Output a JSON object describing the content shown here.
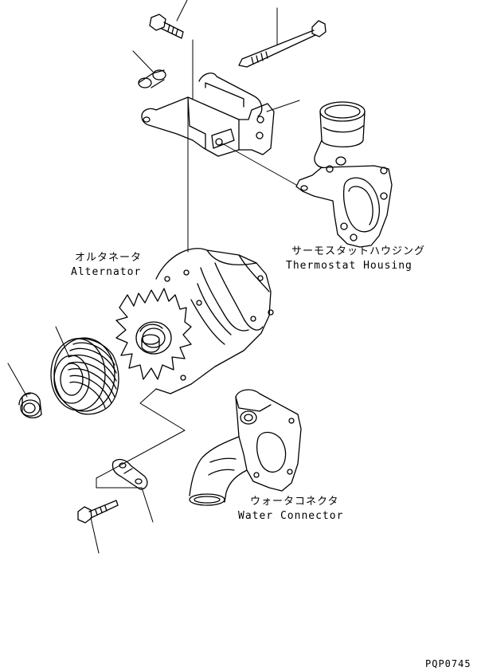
{
  "labels": {
    "thermostat_housing": {
      "jp": "サーモスタットハウジング",
      "en": "Thermostat Housing"
    },
    "alternator": {
      "jp": "オルタネータ",
      "en": "Alternator"
    },
    "water_connector": {
      "jp": "ウォータコネクタ",
      "en": "Water Connector"
    }
  },
  "figure_code": "PQP0745"
}
